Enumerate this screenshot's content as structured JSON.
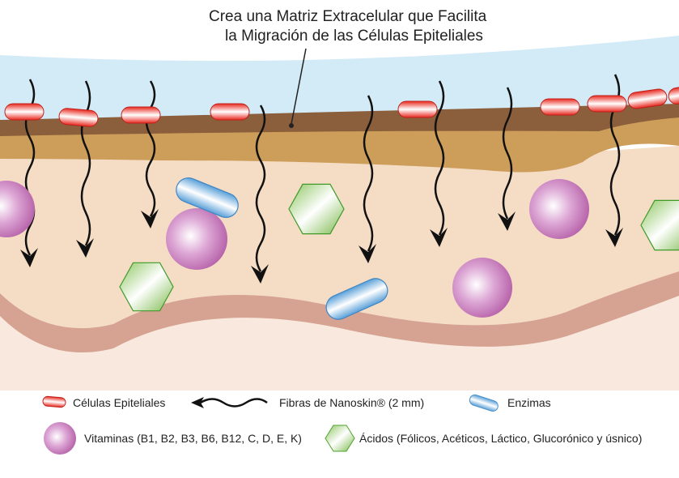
{
  "title": {
    "line1": "Crea una Matriz Extracelular que Facilita",
    "line2": "la Migración de las Células Epiteliales"
  },
  "legend": {
    "cells": "Células Epiteliales",
    "fibers": "Fibras de Nanoskin® (2 mm)",
    "enzymes": "Enzimas",
    "vitamins": "Vitaminas  (B1, B2, B3, B6, B12, C, D, E, K)",
    "acids": "Ácidos  (Fólicos, Acéticos, Láctico, Glucorónico y úsnico)"
  },
  "colors": {
    "sky": "#d3ebf7",
    "membrane": "#8b5e3c",
    "tan": "#cd9d5a",
    "tissue": "#f5dcc5",
    "deep_band": "#d6a291",
    "deep": "#f9e8de",
    "cell": "#e0231c",
    "vitamin": "#c77bbd",
    "acid": "#6fb43f",
    "enzyme": "#5ba3d9"
  }
}
